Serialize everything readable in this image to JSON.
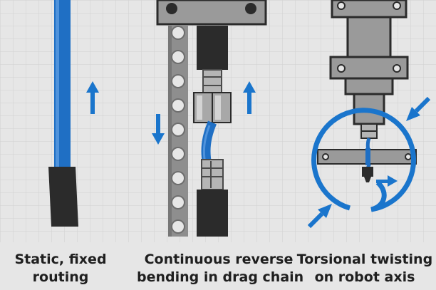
{
  "panels": [
    {
      "lines": [
        "Static, fixed",
        "routing"
      ]
    },
    {
      "lines": [
        "Continuous reverse",
        "bending in drag chain"
      ]
    },
    {
      "lines": [
        "Torsional twisting",
        "on robot axis"
      ]
    }
  ],
  "colors": {
    "background": "#e6e6e6",
    "grid": "#d0d0d0",
    "cable": "#1f6fc4",
    "arrow": "#1a75cc",
    "dark": "#2b2b2b",
    "metal": "#9a9a9a",
    "metal_light": "#b5b5b5",
    "chain": "#8e8e8e"
  },
  "icons": [
    "arrow-up-icon",
    "arrow-down-icon",
    "rotation-arrow-icon"
  ]
}
